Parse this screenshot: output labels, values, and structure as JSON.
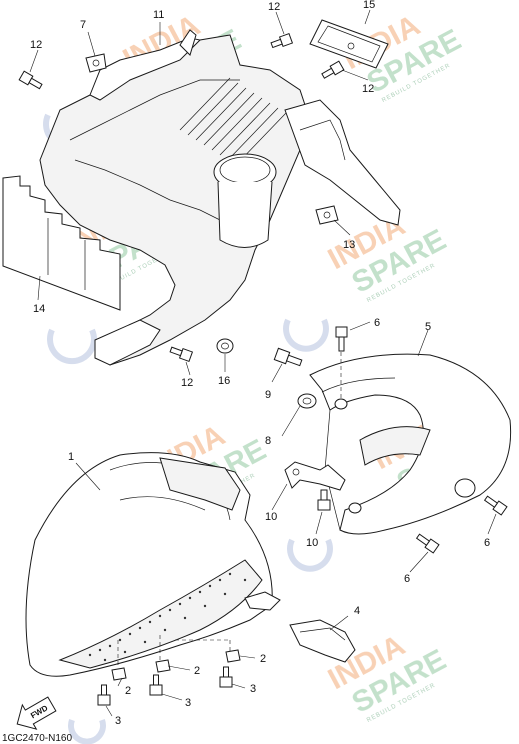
{
  "diagram": {
    "callouts": [
      {
        "id": "c1",
        "text": "1"
      },
      {
        "id": "c2a",
        "text": "2"
      },
      {
        "id": "c2b",
        "text": "2"
      },
      {
        "id": "c2c",
        "text": "2"
      },
      {
        "id": "c3a",
        "text": "3"
      },
      {
        "id": "c3b",
        "text": "3"
      },
      {
        "id": "c3c",
        "text": "3"
      },
      {
        "id": "c4",
        "text": "4"
      },
      {
        "id": "c5",
        "text": "5"
      },
      {
        "id": "c6a",
        "text": "6"
      },
      {
        "id": "c6b",
        "text": "6"
      },
      {
        "id": "c6c",
        "text": "6"
      },
      {
        "id": "c7",
        "text": "7"
      },
      {
        "id": "c8",
        "text": "8"
      },
      {
        "id": "c9",
        "text": "9"
      },
      {
        "id": "c10",
        "text": "10"
      },
      {
        "id": "c11",
        "text": "11"
      },
      {
        "id": "c12a",
        "text": "12"
      },
      {
        "id": "c12b",
        "text": "12"
      },
      {
        "id": "c12c",
        "text": "12"
      },
      {
        "id": "c12d",
        "text": "12"
      },
      {
        "id": "c13a",
        "text": "13"
      },
      {
        "id": "c13b",
        "text": "13"
      },
      {
        "id": "c14",
        "text": "14"
      },
      {
        "id": "c15",
        "text": "15"
      },
      {
        "id": "c16",
        "text": "16"
      }
    ],
    "fwd_label": "FWD",
    "diagram_code": "1GC2470-N160",
    "watermark": {
      "line1": "INDIA",
      "line2": "SPARE",
      "tagline": "REBUILD TOGETHER",
      "colors": {
        "india": "#f7c9a8",
        "spare": "#b9dcc2",
        "tagline": "#9ec7ac",
        "logo": "#cfd7ea"
      }
    }
  }
}
